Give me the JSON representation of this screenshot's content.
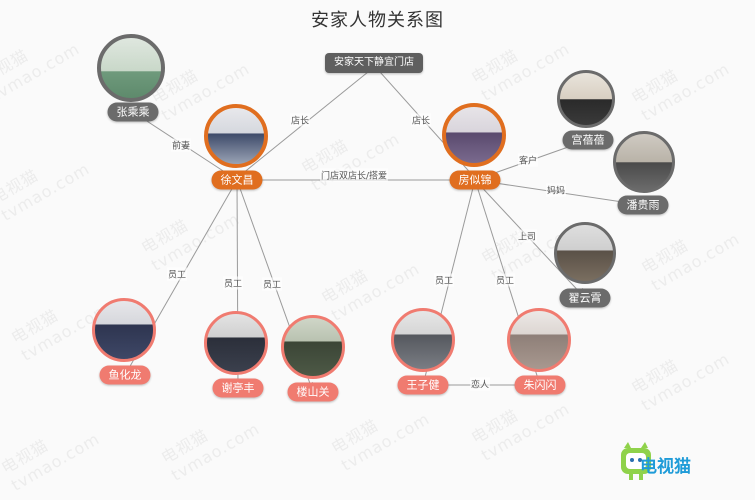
{
  "title": "安家人物关系图",
  "watermark": {
    "cn": "电视猫",
    "en": "tvmao.com"
  },
  "brand": {
    "name": "电视猫"
  },
  "store": {
    "label": "安家天下静宜门店"
  },
  "people": {
    "zhang": {
      "name": "张乘乘"
    },
    "xu": {
      "name": "徐文昌"
    },
    "fang": {
      "name": "房似锦"
    },
    "gong": {
      "name": "宫蓓蓓"
    },
    "pan": {
      "name": "潘贵雨"
    },
    "zhai": {
      "name": "翟云霄"
    },
    "yu": {
      "name": "鱼化龙"
    },
    "xie": {
      "name": "谢亭丰"
    },
    "lou": {
      "name": "楼山关"
    },
    "wang": {
      "name": "王子健"
    },
    "zhu": {
      "name": "朱闪闪"
    }
  },
  "relations": {
    "store_xu": "店长",
    "store_fang": "店长",
    "xu_zhang": "前妻",
    "xu_fang": "门店双店长/搭爱",
    "fang_gong": "客户",
    "fang_pan": "妈妈",
    "fang_zhai": "上司",
    "xu_yu": "员工",
    "xu_xie": "员工",
    "xu_lou": "员工",
    "fang_wang": "员工",
    "fang_zhu": "员工",
    "wang_zhu": "恋人"
  },
  "colors": {
    "orange": "#e06e1f",
    "pink": "#f07b70",
    "gray": "#6b6b6b",
    "line": "#9a9a9a"
  },
  "icons": [
    "tv-cat-logo-icon"
  ]
}
